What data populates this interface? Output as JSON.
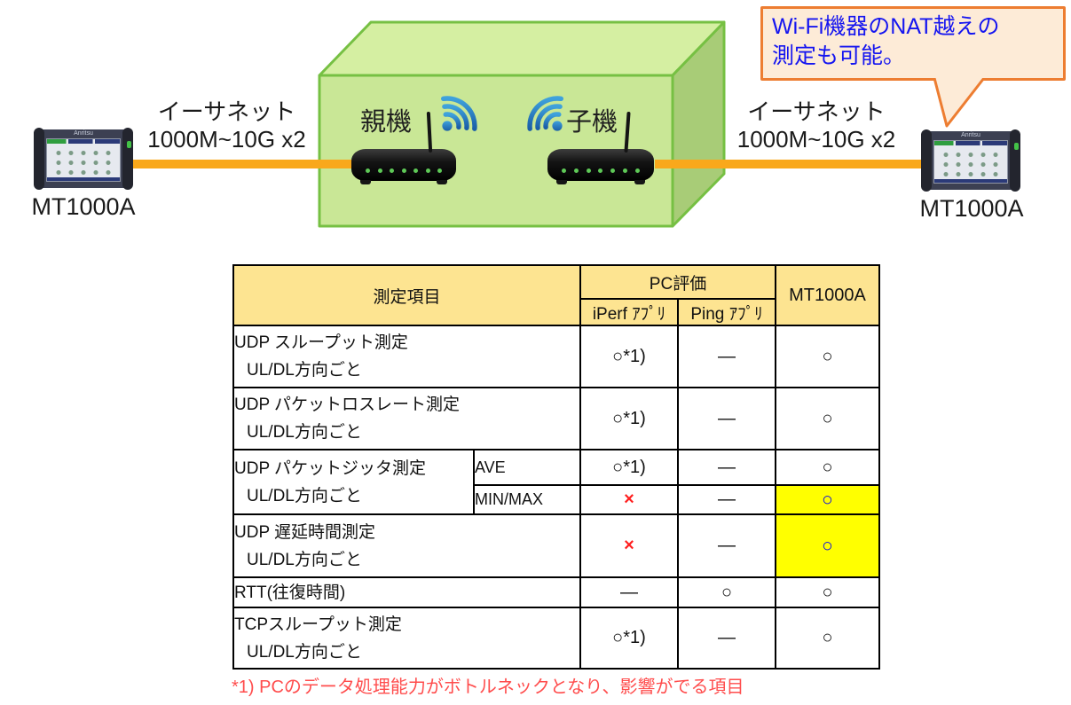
{
  "colors": {
    "callout_border": "#ED7D31",
    "callout_bg": "#FDEBD7",
    "callout_text": "#1515F0",
    "box_front": "#C9E796",
    "box_top": "#D5EFA2",
    "box_side": "#A8CC77",
    "box_border": "#76C043",
    "cable_orange": "#F9A81B",
    "table_header_bg": "#FDE491",
    "highlight_yellow": "#FFFF00",
    "ok_blue": "#0000F0",
    "ng_red": "#FF1F1F",
    "footnote_red": "#FF4D4D",
    "wifi_blue": "#2277BE"
  },
  "callout": {
    "line1": "Wi-Fi機器のNAT越えの",
    "line2": "測定も可能。"
  },
  "diagram": {
    "left_device": {
      "label": "MT1000A",
      "brand": "Anritsu"
    },
    "right_device": {
      "label": "MT1000A",
      "brand": "Anritsu"
    },
    "left_link": {
      "line1": "イーサネット",
      "line2": "1000M~10G x2"
    },
    "right_link": {
      "line1": "イーサネット",
      "line2": "1000M~10G x2"
    },
    "parent_router_label": "親機",
    "child_router_label": "子機"
  },
  "table": {
    "header": {
      "item": "測定項目",
      "pc_group": "PC評価",
      "col_iperf": "iPerf ｱﾌﾟﾘ",
      "col_ping": "Ping ｱﾌﾟﾘ",
      "col_mt": "MT1000A"
    },
    "rows": {
      "udp_throughput": {
        "line1": "UDP スループット測定",
        "line2": "UL/DL方向ごと",
        "iperf": "○*1)",
        "ping": "—",
        "mt": "○"
      },
      "udp_loss": {
        "line1": "UDP パケットロスレート測定",
        "line2": "UL/DL方向ごと",
        "iperf": "○*1)",
        "ping": "—",
        "mt": "○"
      },
      "udp_jitter": {
        "line1": "UDP パケットジッタ測定",
        "line2": "UL/DL方向ごと",
        "ave": {
          "name": "AVE",
          "iperf": "○*1)",
          "ping": "—",
          "mt": "○"
        },
        "minmax": {
          "name": "MIN/MAX",
          "iperf": "×",
          "ping": "—",
          "mt": "○"
        }
      },
      "udp_delay": {
        "line1": "UDP 遅延時間測定",
        "line2": "UL/DL方向ごと",
        "iperf": "×",
        "ping": "—",
        "mt": "○"
      },
      "rtt": {
        "line1": "RTT(往復時間)",
        "iperf": "—",
        "ping": "○",
        "mt": "○"
      },
      "tcp_throughput": {
        "line1": "TCPスループット測定",
        "line2": "UL/DL方向ごと",
        "iperf": "○*1)",
        "ping": "—",
        "mt": "○"
      }
    },
    "footnote": "*1) PCのデータ処理能力がボトルネックとなり、影響がでる項目"
  }
}
